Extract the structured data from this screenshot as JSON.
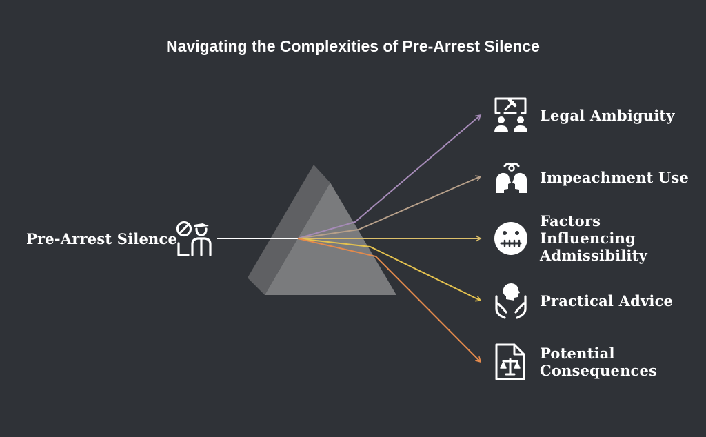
{
  "title": "Navigating the Complexities of Pre-Arrest Silence",
  "source": {
    "label": "Pre-Arrest Silence",
    "icon": "officer-silence-icon"
  },
  "outputs": [
    {
      "lines": [
        "Legal Ambiguity"
      ],
      "icon": "legal-ambiguity-icon",
      "color": "#a68bb8"
    },
    {
      "lines": [
        "Impeachment Use"
      ],
      "icon": "impeachment-heads-icon",
      "color": "#b7a08a"
    },
    {
      "lines": [
        "Factors",
        "Influencing",
        "Admissibility"
      ],
      "icon": "zipped-mouth-icon",
      "color": "#dcbf6a"
    },
    {
      "lines": [
        "Practical Advice"
      ],
      "icon": "advice-hands-icon",
      "color": "#e4c24f"
    },
    {
      "lines": [
        "Potential",
        "Consequences"
      ],
      "icon": "consequences-scales-icon",
      "color": "#e48a4c"
    }
  ],
  "colors": {
    "background": "#2f3237",
    "prism_light": "#7a7b7d",
    "prism_dark": "#5f6063",
    "beam": "#ffffff"
  }
}
